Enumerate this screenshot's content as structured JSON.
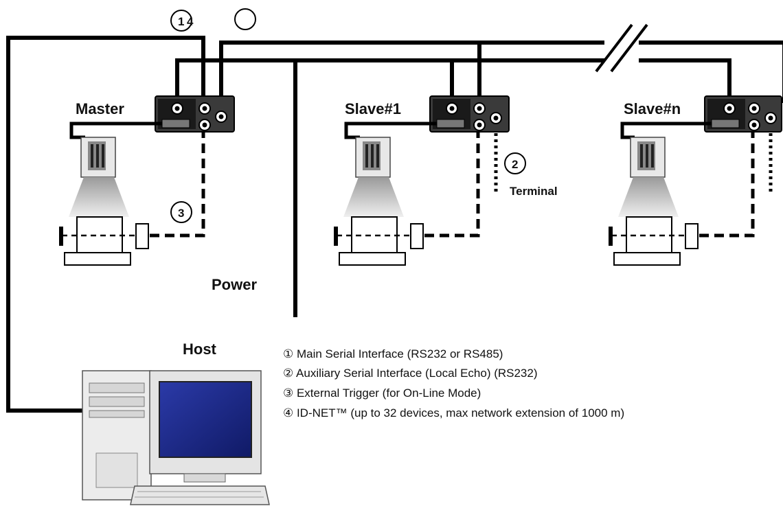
{
  "labels": {
    "master": "Master",
    "slave1": "Slave#1",
    "slaven": "Slave#n",
    "terminal": "Terminal",
    "power": "Power",
    "host": "Host"
  },
  "callouts": {
    "c1": "1",
    "c4": "4",
    "c2": "2",
    "c3": "3"
  },
  "legend": {
    "items": [
      "①  Main Serial Interface (RS232 or RS485)",
      "② Auxiliary Serial Interface (Local Echo) (RS232)",
      "③ External Trigger (for On-Line Mode)",
      "④ ID-NET™ (up to 32 devices, max network extension of 1000 m)"
    ]
  },
  "colors": {
    "line": "#000000",
    "device_body": "#2a2a2a",
    "beam": "#d4d4d4",
    "screen": "#1e2a8c"
  }
}
